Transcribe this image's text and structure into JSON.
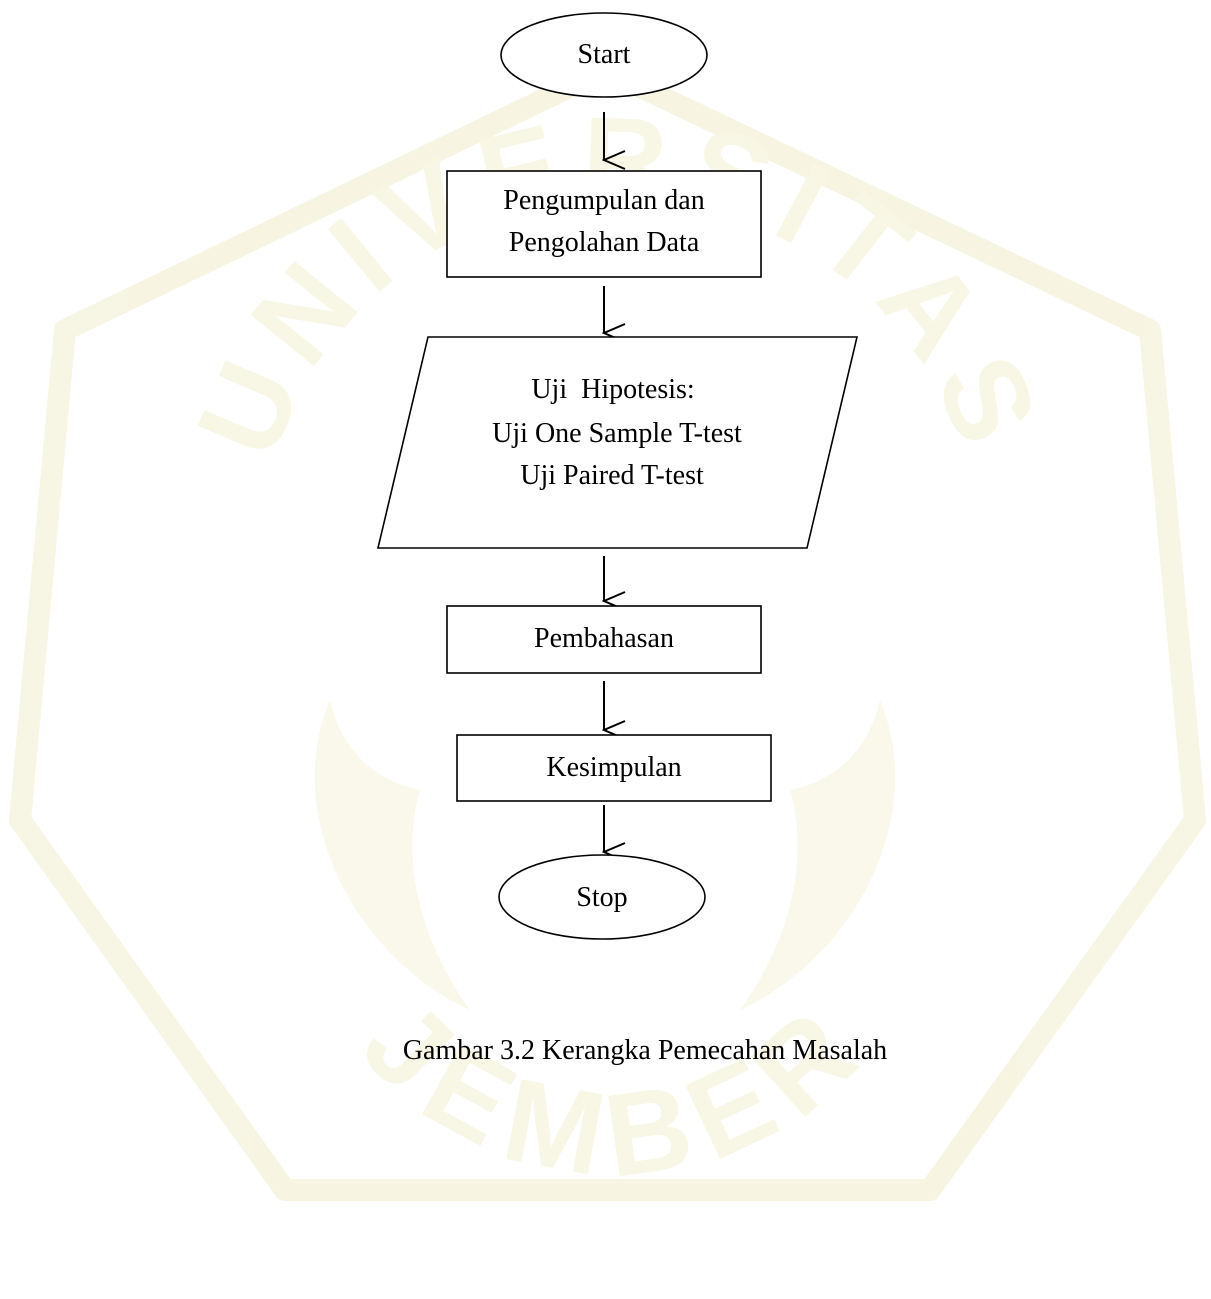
{
  "diagram": {
    "nodes": [
      {
        "id": "start",
        "shape": "ellipse",
        "lines": [
          "Start"
        ]
      },
      {
        "id": "collect",
        "shape": "rectangle",
        "lines": [
          "Pengumpulan dan",
          "Pengolahan Data"
        ]
      },
      {
        "id": "hypothesis",
        "shape": "parallelogram",
        "lines": [
          "Uji  Hipotesis:",
          "Uji One Sample T-test",
          "Uji Paired T-test"
        ]
      },
      {
        "id": "discussion",
        "shape": "rectangle",
        "lines": [
          "Pembahasan"
        ]
      },
      {
        "id": "conclusion",
        "shape": "rectangle",
        "lines": [
          "Kesimpulan"
        ]
      },
      {
        "id": "stop",
        "shape": "ellipse",
        "lines": [
          "Stop"
        ]
      }
    ],
    "edges": [
      {
        "from": "start",
        "to": "collect"
      },
      {
        "from": "collect",
        "to": "hypothesis"
      },
      {
        "from": "hypothesis",
        "to": "discussion"
      },
      {
        "from": "discussion",
        "to": "conclusion"
      },
      {
        "from": "conclusion",
        "to": "stop"
      }
    ]
  },
  "caption": "Gambar 3.2 Kerangka Pemecahan Masalah",
  "watermark": {
    "top_text": "UNIVERSITAS",
    "bottom_text": "JEMBER",
    "color": "#f3efcf"
  }
}
